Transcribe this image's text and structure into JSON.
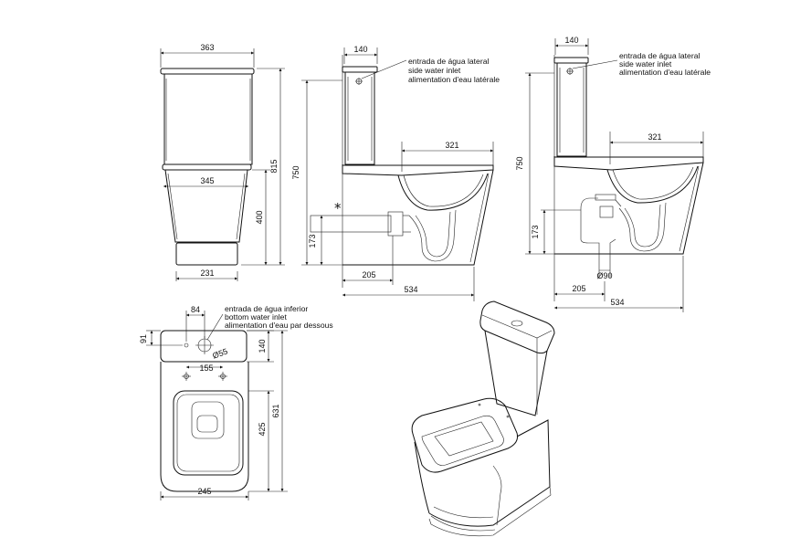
{
  "colors": {
    "line": "#111111",
    "background": "#ffffff"
  },
  "front_view": {
    "dim_top": "363",
    "dim_width_mid": "345",
    "dim_width_base": "231",
    "dim_height_total": "815",
    "dim_height_bowl": "400"
  },
  "side_view_1": {
    "dim_tank_depth": "140",
    "dim_height_750": "750",
    "dim_321": "321",
    "dim_173": "173",
    "dim_205": "205",
    "dim_534": "534",
    "asterisk": "*",
    "notes": [
      "entrada de água lateral",
      "side water inlet",
      "alimentation d'eau latérale"
    ]
  },
  "side_view_2": {
    "dim_tank_depth": "140",
    "dim_height_750": "750",
    "dim_321": "321",
    "dim_173": "173",
    "dim_205": "205",
    "dim_534": "534",
    "dim_pipe": "Ø90",
    "notes": [
      "entrada de água lateral",
      "side water inlet",
      "alimentation d'eau latérale"
    ]
  },
  "top_view": {
    "dim_84": "84",
    "dim_91": "91",
    "dim_140": "140",
    "dim_55": "Ø55",
    "dim_155": "155",
    "dim_425": "425",
    "dim_631": "631",
    "dim_245": "245",
    "notes": [
      "entrada de água inferior",
      "bottom water inlet",
      "alimentation d'eau par dessous"
    ]
  }
}
